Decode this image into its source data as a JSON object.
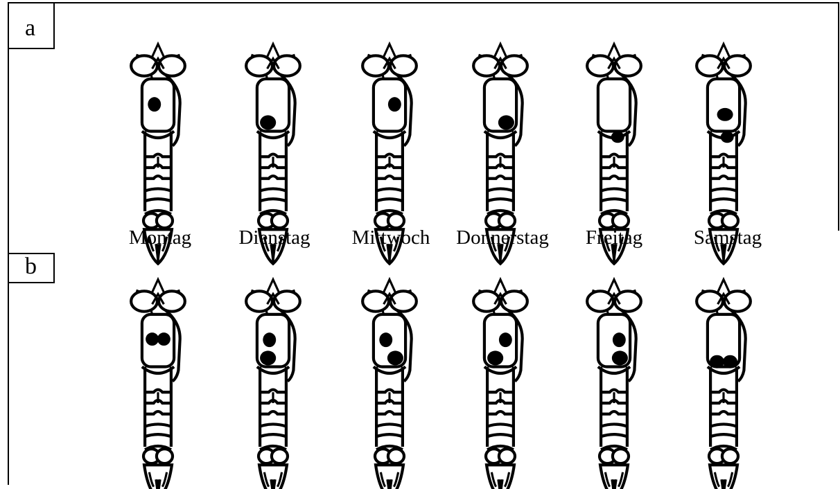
{
  "panels": [
    {
      "label": "a",
      "marks": [
        {
          "day": "Montag",
          "marks": [
            "upper-left"
          ]
        },
        {
          "day": "Dienstag",
          "marks": [
            "lower-left"
          ]
        },
        {
          "day": "Mittwoch",
          "marks": [
            "upper-right"
          ]
        },
        {
          "day": "Donnerstag",
          "marks": [
            "lower-right"
          ]
        },
        {
          "day": "Freitag",
          "marks": [
            "bottom-center"
          ]
        },
        {
          "day": "Samstag",
          "marks": [
            "center",
            "bottom-center"
          ]
        }
      ]
    },
    {
      "label": "b",
      "marks": [
        {
          "day": "Montag",
          "marks": [
            "top-pair"
          ]
        },
        {
          "day": "Dienstag",
          "marks": [
            "upper-left",
            "lower-left"
          ]
        },
        {
          "day": "Mittwoch",
          "marks": [
            "upper-left",
            "lower-right"
          ]
        },
        {
          "day": "Donnerstag",
          "marks": [
            "upper-right",
            "lower-left"
          ]
        },
        {
          "day": "Freitag",
          "marks": [
            "upper-right",
            "lower-right"
          ]
        },
        {
          "day": "Samstag",
          "marks": [
            "bottom-pair"
          ]
        }
      ]
    }
  ],
  "days": [
    "Montag",
    "Dienstag",
    "Mittwoch",
    "Donnerstag",
    "Freitag",
    "Samstag"
  ]
}
